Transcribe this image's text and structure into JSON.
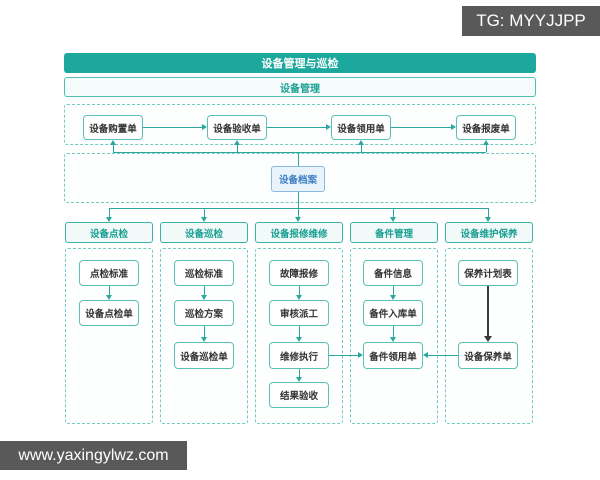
{
  "watermarks": {
    "top_right": "TG: MYYJJPP",
    "bottom_left": "www.yaxingylwz.com"
  },
  "colors": {
    "teal_banner": "#1ca89c",
    "teal_border": "#5ac0b6",
    "teal_text": "#1ba093",
    "arrow_teal": "#2aa89d",
    "arrow_black": "#3a3a3a",
    "archive_bg": "#e9f3fb",
    "archive_border": "#8ab9e2",
    "archive_text": "#3d80c4",
    "watermark_bg": "#595959"
  },
  "diagram": {
    "title": "设备管理与巡检",
    "subtitle": "设备管理",
    "top_flow": [
      "设备购置单",
      "设备验收单",
      "设备领用单",
      "设备报废单"
    ],
    "archive": "设备档案",
    "columns": [
      {
        "header": "设备点检",
        "items": [
          "点检标准",
          "设备点检单"
        ]
      },
      {
        "header": "设备巡检",
        "items": [
          "巡检标准",
          "巡检方案",
          "设备巡检单"
        ]
      },
      {
        "header": "设备报修维修",
        "items": [
          "故障报修",
          "审核派工",
          "维修执行",
          "结果验收"
        ]
      },
      {
        "header": "备件管理",
        "items": [
          "备件信息",
          "备件入库单",
          "备件领用单"
        ]
      },
      {
        "header": "设备维护保养",
        "items": [
          "保养计划表",
          "设备保养单"
        ]
      }
    ]
  }
}
